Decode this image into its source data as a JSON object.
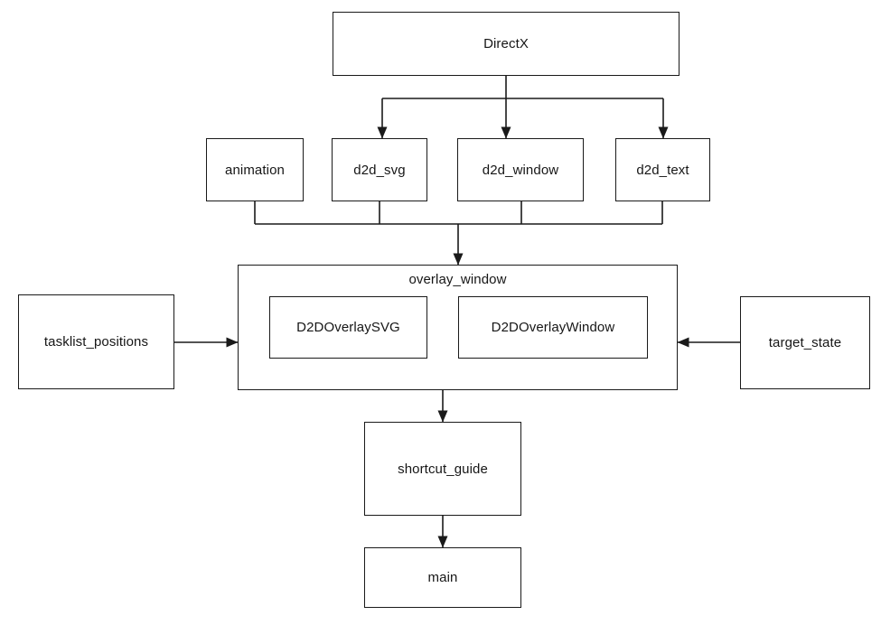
{
  "diagram": {
    "type": "module-dependency-flowchart",
    "background_color": "#ffffff",
    "stroke_color": "#1a1a1a",
    "text_color": "#161616",
    "nodes": {
      "directx": {
        "label": "DirectX"
      },
      "animation": {
        "label": "animation"
      },
      "d2d_svg": {
        "label": "d2d_svg"
      },
      "d2d_window": {
        "label": "d2d_window"
      },
      "d2d_text": {
        "label": "d2d_text"
      },
      "overlay_window": {
        "label": "overlay_window"
      },
      "d2d_overlay_svg": {
        "label": "D2DOverlaySVG"
      },
      "d2d_overlay_window": {
        "label": "D2DOverlayWindow"
      },
      "tasklist_positions": {
        "label": "tasklist_positions"
      },
      "target_state": {
        "label": "target_state"
      },
      "shortcut_guide": {
        "label": "shortcut_guide"
      },
      "main": {
        "label": "main"
      }
    },
    "containment": [
      {
        "parent": "overlay_window",
        "children": [
          "d2d_overlay_svg",
          "d2d_overlay_window"
        ]
      }
    ],
    "edges": [
      {
        "from": "directx",
        "to": "d2d_svg"
      },
      {
        "from": "directx",
        "to": "d2d_window"
      },
      {
        "from": "directx",
        "to": "d2d_text"
      },
      {
        "from": "animation",
        "to": "overlay_window"
      },
      {
        "from": "d2d_svg",
        "to": "overlay_window"
      },
      {
        "from": "d2d_window",
        "to": "overlay_window"
      },
      {
        "from": "d2d_text",
        "to": "overlay_window"
      },
      {
        "from": "tasklist_positions",
        "to": "overlay_window"
      },
      {
        "from": "target_state",
        "to": "overlay_window"
      },
      {
        "from": "overlay_window",
        "to": "shortcut_guide"
      },
      {
        "from": "shortcut_guide",
        "to": "main"
      }
    ]
  }
}
